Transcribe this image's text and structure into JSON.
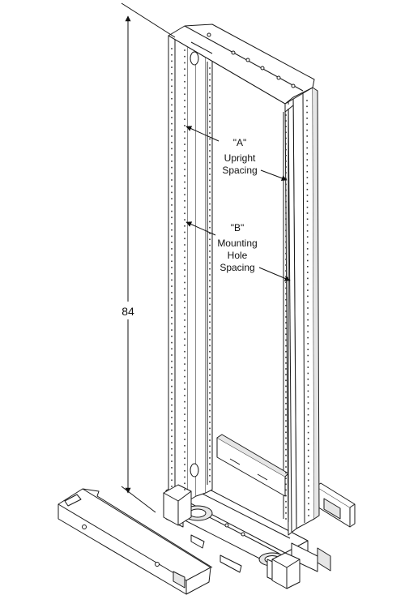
{
  "figure": {
    "height_dimension": "84",
    "callout_a": {
      "line1": "\"A\"",
      "line2": "Upright",
      "line3": "Spacing"
    },
    "callout_b": {
      "line1": "\"B\"",
      "line2": "Mounting",
      "line3": "Hole",
      "line4": "Spacing"
    }
  },
  "colors": {
    "stroke": "#1a1a1a",
    "fill": "#ffffff",
    "shade": "#e6e6e6"
  }
}
